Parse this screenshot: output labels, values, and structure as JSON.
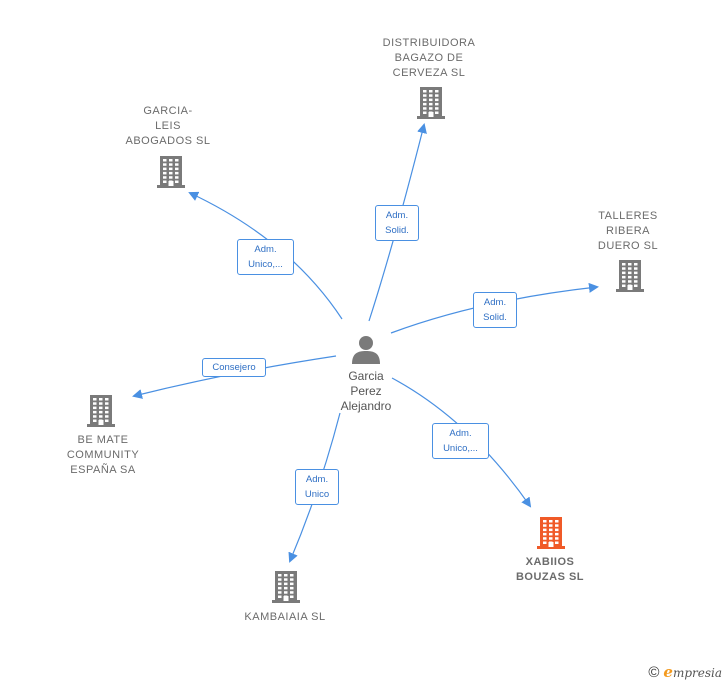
{
  "center": {
    "name": "Garcia\nPerez\nAlejandro"
  },
  "companies": [
    {
      "id": "distribuidora",
      "name": "DISTRIBUIDORA\nBAGAZO DE\nCERVEZA  SL",
      "color": "#7a7a7a"
    },
    {
      "id": "garcia-leis",
      "name": "GARCIA-\nLEIS\nABOGADOS  SL",
      "color": "#7a7a7a"
    },
    {
      "id": "talleres",
      "name": "TALLERES\nRIBERA\nDUERO  SL",
      "color": "#7a7a7a"
    },
    {
      "id": "bemate",
      "name": "BE MATE\nCOMMUNITY\nESPAÑA SA",
      "color": "#7a7a7a"
    },
    {
      "id": "xabiios",
      "name": "XABIIOS\nBOUZAS  SL",
      "color": "#f05a28"
    },
    {
      "id": "kambaiaia",
      "name": "KAMBAIAIA  SL",
      "color": "#7a7a7a"
    }
  ],
  "roles": {
    "distribuidora": "Adm.\nSolid.",
    "garcia-leis": "Adm.\nUnico,...",
    "talleres": "Adm.\nSolid.",
    "bemate": "Consejero",
    "xabiios": "Adm.\nUnico,...",
    "kambaiaia": "Adm.\nUnico"
  },
  "colors": {
    "edge": "#4a90e2",
    "person": "#7a7a7a"
  },
  "footer": {
    "copyright": "©",
    "brand_initial": "e",
    "brand_rest": "mpresia"
  }
}
